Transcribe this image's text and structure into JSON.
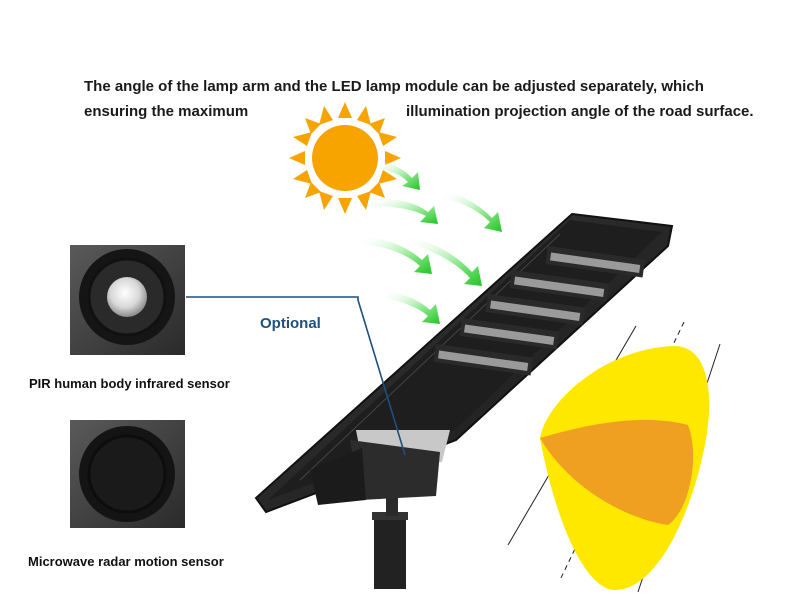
{
  "headline": {
    "line1": "The angle of the lamp arm and the LED lamp module can be adjusted separately, which",
    "line2_start": "ensuring the maximum",
    "line2_end": "illumination projection angle of the road surface."
  },
  "optional_label": "Optional",
  "sensors": [
    {
      "label": "PIR human body infrared sensor"
    },
    {
      "label": "Microwave radar motion sensor"
    }
  ],
  "colors": {
    "sun": "#f7a400",
    "arrow": "#3fd23f",
    "connector": "#1f4f7d",
    "beam_outer": "#ffe800",
    "beam_inner": "#f0a020",
    "lamp_body": "#2b2b2b"
  },
  "icons": [
    "sun-icon",
    "light-ray-arrow-icon",
    "pir-sensor-icon",
    "microwave-sensor-icon"
  ]
}
